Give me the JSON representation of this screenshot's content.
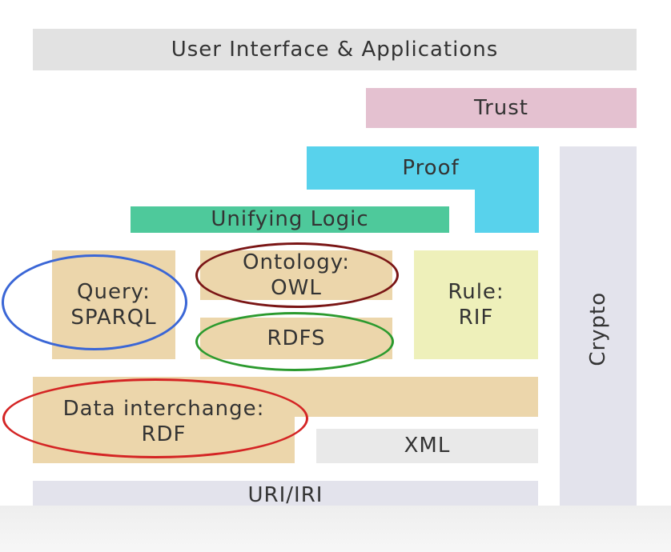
{
  "layers": {
    "user_interface": "User Interface & Applications",
    "trust": "Trust",
    "proof": "Proof",
    "unifying_logic": "Unifying Logic",
    "query": {
      "line1": "Query:",
      "line2": "SPARQL"
    },
    "ontology": {
      "line1": "Ontology:",
      "line2": "OWL"
    },
    "rule": {
      "line1": "Rule:",
      "line2": "RIF"
    },
    "rdfs": "RDFS",
    "data_interchange": {
      "line1": "Data interchange:",
      "line2": "RDF"
    },
    "xml": "XML",
    "uri_iri": "URI/IRI",
    "crypto": "Crypto"
  },
  "colors": {
    "user_interface": "#e2e2e2",
    "trust": "#e4c1d0",
    "proof": "#58d2ec",
    "unifying_logic": "#4ec99b",
    "tan": "#ecd6ab",
    "rule": "#eef0ba",
    "xml": "#e9e9e9",
    "uri_iri": "#e3e3ec",
    "crypto": "#e3e3ec",
    "circle_blue": "#3a66d6",
    "circle_maroon": "#7a1515",
    "circle_green": "#2b9a2e",
    "circle_red": "#d42424"
  }
}
